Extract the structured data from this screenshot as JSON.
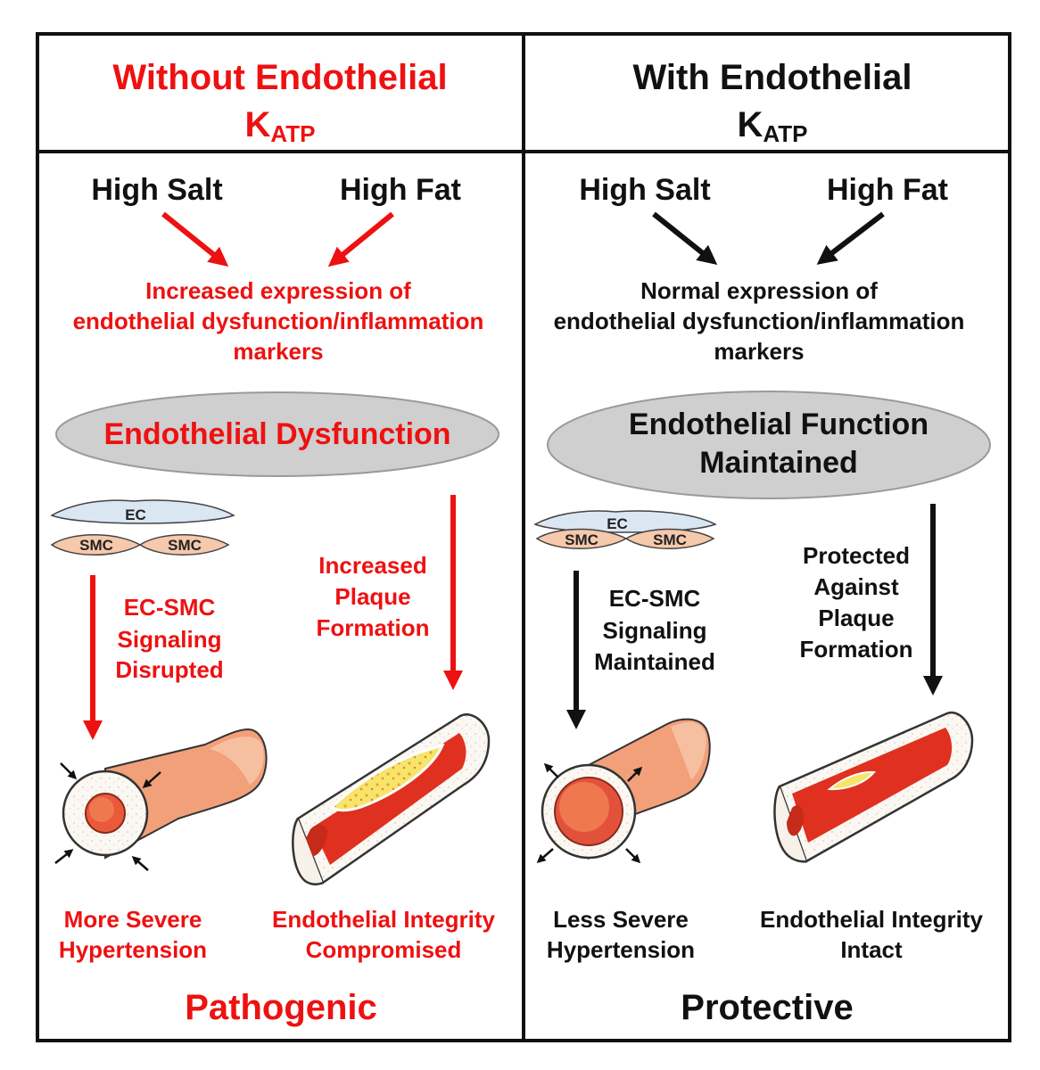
{
  "colors": {
    "red": "#ee1111",
    "black": "#111111",
    "ellipse": "#cfcfcf",
    "ec": "#dbe6f3",
    "smc": "#f6c8ac"
  },
  "left": {
    "title_line1": "Without Endothelial",
    "title_k": "K",
    "title_sub": "ATP",
    "input_salt": "High Salt",
    "input_fat": "High Fat",
    "expr_line1": "Increased expression of",
    "expr_line2": "endothelial dysfunction/inflammation",
    "expr_line3": "markers",
    "state": "Endothelial Dysfunction",
    "ec_label": "EC",
    "smc_label_1": "SMC",
    "smc_label_2": "SMC",
    "signal_line1": "EC-SMC",
    "signal_line2": "Signaling",
    "signal_line3": "Disrupted",
    "plaque_line1": "Increased",
    "plaque_line2": "Plaque",
    "plaque_line3": "Formation",
    "outcome1_line1": "More Severe",
    "outcome1_line2": "Hypertension",
    "outcome2_line1": "Endothelial Integrity",
    "outcome2_line2": "Compromised",
    "verdict": "Pathogenic"
  },
  "right": {
    "title_line1": "With Endothelial",
    "title_k": "K",
    "title_sub": "ATP",
    "input_salt": "High Salt",
    "input_fat": "High Fat",
    "expr_line1": "Normal expression of",
    "expr_line2": "endothelial dysfunction/inflammation",
    "expr_line3": "markers",
    "state_line1": "Endothelial Function",
    "state_line2": "Maintained",
    "ec_label": "EC",
    "smc_label_1": "SMC",
    "smc_label_2": "SMC",
    "signal_line1": "EC-SMC",
    "signal_line2": "Signaling",
    "signal_line3": "Maintained",
    "plaque_line1": "Protected",
    "plaque_line2": "Against",
    "plaque_line3": "Plaque",
    "plaque_line4": "Formation",
    "outcome1_line1": "Less Severe",
    "outcome1_line2": "Hypertension",
    "outcome2_line1": "Endothelial Integrity",
    "outcome2_line2": "Intact",
    "verdict": "Protective"
  }
}
